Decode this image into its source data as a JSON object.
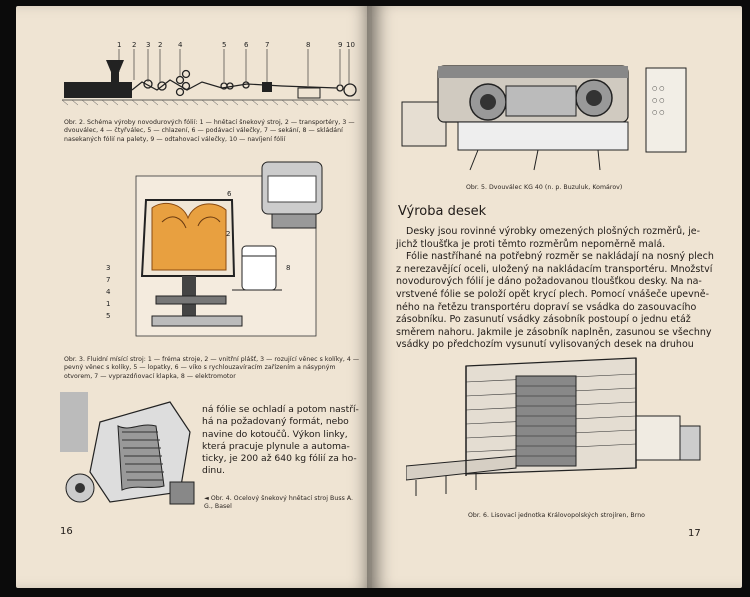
{
  "left_page": {
    "fig2": {
      "labels": [
        "1",
        "2",
        "3",
        "4",
        "5",
        "6",
        "7",
        "8",
        "9",
        "10"
      ],
      "caption": "Obr. 2. Schéma výroby novodurových fólií: 1 — hnětací šnekový stroj, 2 — transportéry, 3 — dvouválec, 4 — čtyřválec, 5 — chlazení, 6 — podávací válečky, 7 — sekání, 8 — skládání nasekaných fólií na palety, 9 — odtahovací válečky, 10 — navíjení fólií"
    },
    "fig3": {
      "labels": [
        "1",
        "2",
        "3",
        "4",
        "5",
        "6",
        "7",
        "8"
      ],
      "caption": "Obr. 3. Fluidní mísící stroj: 1 — fréma stroje, 2 — vnitřní plášť, 3 — rozující věnec s kolíky, 4 — pevný věnec s kolíky, 5 — lopatky, 6 — víko s rychlouzavíracím zařízením a násypným otvorem, 7 — vyprazdňovací klapka, 8 — elektromotor"
    },
    "body_text": [
      "ná fólie se ochladí a potom nastří-",
      "há na požadovaný formát, nebo",
      "navine do kotoučů. Výkon linky,",
      "která pracuje plynule a automa-",
      "ticky, je 200 až 640 kg fólií za ho-",
      "dinu."
    ],
    "fig4_caption": "◄ Obr. 4. Ocelový šnekový hnětací stroj Buss A. G., Basel",
    "page_number": "16"
  },
  "right_page": {
    "fig5_caption": "Obr. 5. Dvouválec KG 40 (n. p. Buzuluk, Komárov)",
    "heading": "Výroba desek",
    "body_text": [
      "Desky jsou rovinné výrobky omezených plošných rozměrů, je-",
      "jichž tloušťka je proti těmto rozměrům nepoměrně malá.",
      "Fólie nastříhané na potřebný rozměr se nakládají na nosný plech",
      "z nerezavějící oceli, uložený na nakládacím transportéru. Množství",
      "novodurových fólií je dáno požadovanou tloušťkou desky. Na na-",
      "vrstvené fólie se položí opět krycí plech. Pomocí vnášeče upevně-",
      "ného na řetězu transportéru dopraví se vsádka do zasouvacího",
      "zásobníku. Po zasunutí vsádky zásobník postoupí o jednu etáž",
      "směrem nahoru. Jakmile je zásobník naplněn, zasunou se všechny",
      "vsádky po předchozím vysunutí vylisovaných desek na druhou"
    ],
    "fig6_caption": "Obr. 6. Lisovací jednotka Královopolských strojíren, Brno",
    "page_number": "17"
  }
}
